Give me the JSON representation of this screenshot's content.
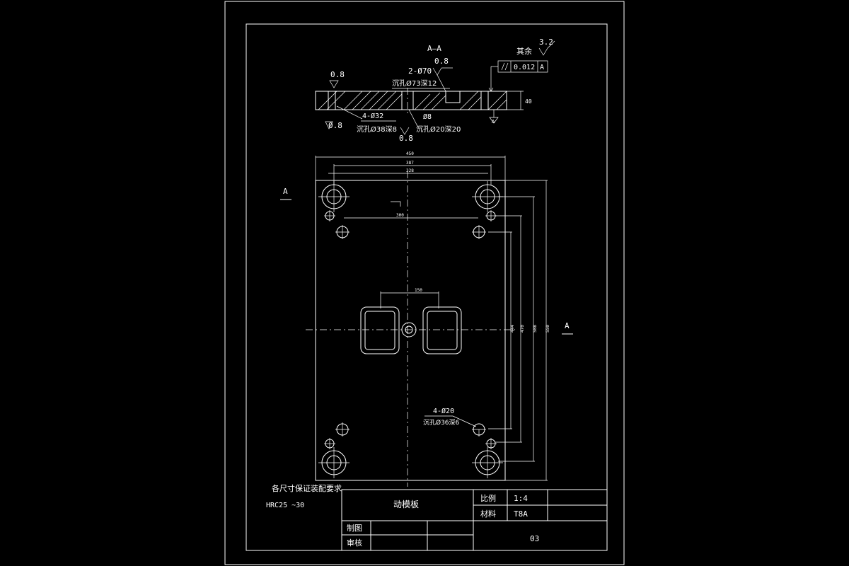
{
  "section": {
    "label": "A—A",
    "note_rest": "其余",
    "roughness_rest": "3.2",
    "tolerance_value": "0.012",
    "tolerance_datum": "A",
    "roughness_left": "0.8",
    "roughness_mid": "0.8",
    "roughness_bottom_left": "0.8",
    "roughness_bottom_mid": "0.8",
    "callout_2_70": "2-Ø70",
    "callout_counterbore_73": "沉孔Ø73深12",
    "callout_4_32": "4-Ø32",
    "callout_counterbore_38": "沉孔Ø38深8",
    "callout_d8": "Ø8",
    "callout_counterbore_20": "沉孔Ø20深20",
    "thickness": "40",
    "datum_flag": "A"
  },
  "plan": {
    "dim_top_overall": "450",
    "dim_top_mid": "387",
    "dim_top_inner": "328",
    "dim_inner_holes": "300",
    "dim_center": "150",
    "dim_right_1": "444",
    "dim_right_2": "470",
    "dim_right_3": "508",
    "dim_right_4": "550",
    "section_mark_left": "A",
    "section_mark_right": "A",
    "callout_4_20": "4-Ø20",
    "callout_counterbore_36": "沉孔Ø36深6"
  },
  "notes": {
    "title": "各尺寸保证装配要求",
    "hardness": "HRC25 ~30"
  },
  "title_block": {
    "part_name": "动模板",
    "scale_label": "比例",
    "scale_value": "1:4",
    "material_label": "材料",
    "material_value": "T8A",
    "drawn_label": "制图",
    "checked_label": "审核",
    "drawing_no": "03"
  }
}
